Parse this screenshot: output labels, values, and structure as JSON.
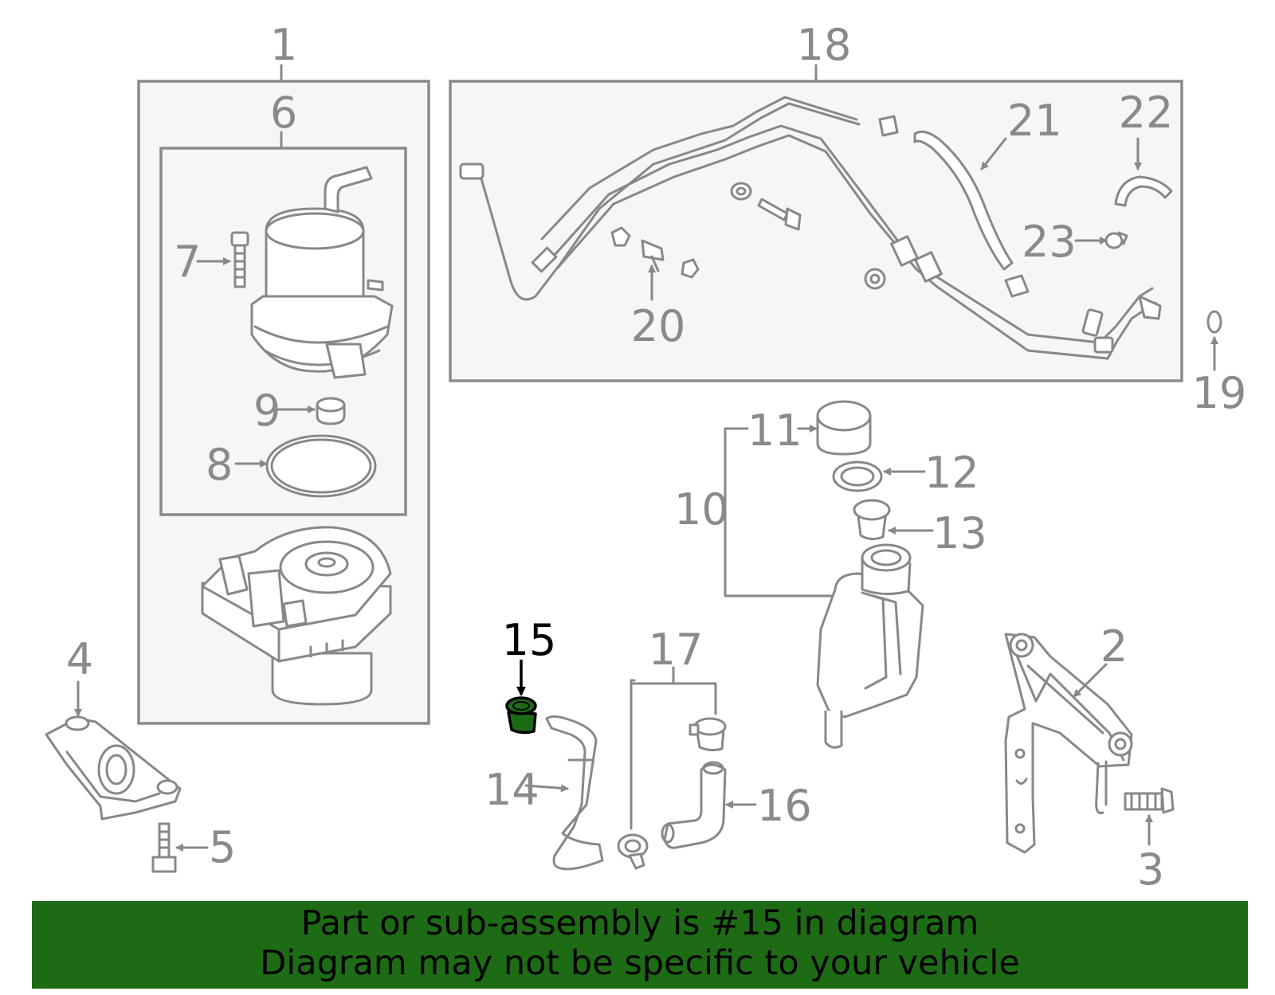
{
  "callouts": {
    "c1": "1",
    "c2": "2",
    "c3": "3",
    "c4": "4",
    "c5": "5",
    "c6": "6",
    "c7": "7",
    "c8": "8",
    "c9": "9",
    "c10": "10",
    "c11": "11",
    "c12": "12",
    "c13": "13",
    "c14": "14",
    "c15": "15",
    "c16": "16",
    "c17": "17",
    "c18": "18",
    "c19": "19",
    "c20": "20",
    "c21": "21",
    "c22": "22",
    "c23": "23"
  },
  "highlight": {
    "part": "15",
    "color": "#1e6b16"
  },
  "footer": {
    "line1": "Part or sub-assembly is #15 in diagram",
    "line2": "Diagram may not be specific to your vehicle",
    "background": "#1e6b16"
  }
}
